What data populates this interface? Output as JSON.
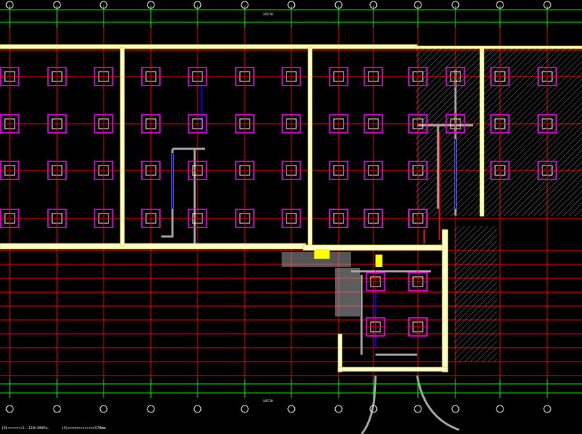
{
  "drawing": {
    "background": "#000000",
    "colors": {
      "grid": "#ff0000",
      "dimension": "#00ff00",
      "wall": "#ffffcc",
      "wall_outline": "#cccc00",
      "diffuser": "#ff00ff",
      "diffuser_inner": "#ffffff",
      "pipe": "#0000ff",
      "hatch": "#888888",
      "core": "#aaaaaa",
      "accent": "#ffff00",
      "text": "#ffffff"
    },
    "axis_top_dimension": "105750",
    "axis_bottom_dimension": "105750",
    "notes": [
      "(3)×××××××1.-110~200Pa.",
      "(4)×××××××××××××170mm."
    ]
  }
}
